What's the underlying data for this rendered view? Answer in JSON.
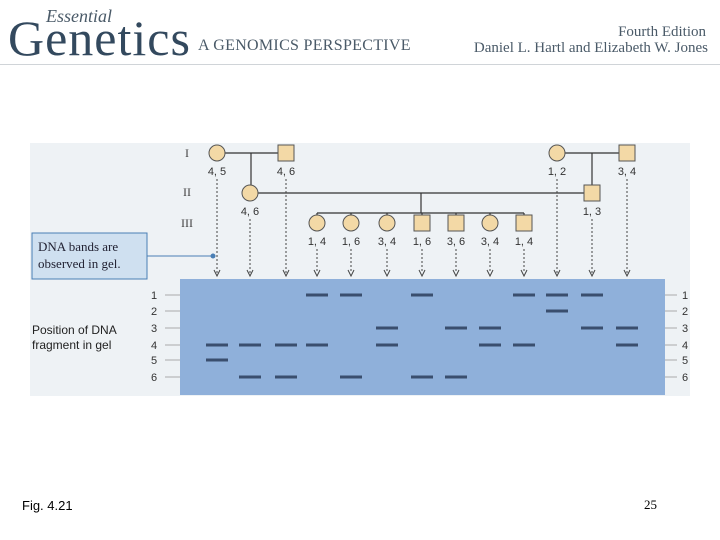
{
  "header": {
    "brand_small": "Essential",
    "brand_large": "Genetics",
    "tagline": "A GENOMICS PERSPECTIVE",
    "edition": "Fourth Edition",
    "authors": "Daniel L. Hartl and Elizabeth W. Jones"
  },
  "figure": {
    "generations": [
      "I",
      "II",
      "III"
    ],
    "callout": [
      "DNA bands are",
      "observed in gel."
    ],
    "gel_axis_label": [
      "Position of DNA",
      "fragment in gel"
    ],
    "positions": [
      "1",
      "2",
      "3",
      "4",
      "5",
      "6"
    ],
    "individuals": [
      {
        "id": "I-1",
        "sex": "female",
        "genotype": "4, 5",
        "bands": [
          4,
          5
        ]
      },
      {
        "id": "I-2",
        "sex": "male",
        "genotype": "4, 6",
        "bands": [
          4,
          6
        ]
      },
      {
        "id": "I-3",
        "sex": "female",
        "genotype": "1, 2",
        "bands": [
          1,
          2
        ]
      },
      {
        "id": "I-4",
        "sex": "male",
        "genotype": "3, 4",
        "bands": [
          3,
          4
        ]
      },
      {
        "id": "II-1",
        "sex": "female",
        "genotype": "4, 6",
        "bands": [
          4,
          6
        ]
      },
      {
        "id": "II-2",
        "sex": "male",
        "genotype": "1, 3",
        "bands": [
          1,
          3
        ]
      },
      {
        "id": "III-1",
        "sex": "female",
        "genotype": "1, 4",
        "bands": [
          1,
          4
        ]
      },
      {
        "id": "III-2",
        "sex": "female",
        "genotype": "1, 6",
        "bands": [
          1,
          6
        ]
      },
      {
        "id": "III-3",
        "sex": "female",
        "genotype": "3, 4",
        "bands": [
          3,
          4
        ]
      },
      {
        "id": "III-4",
        "sex": "male",
        "genotype": "1, 6",
        "bands": [
          1,
          6
        ]
      },
      {
        "id": "III-5",
        "sex": "male",
        "genotype": "3, 6",
        "bands": [
          3,
          6
        ]
      },
      {
        "id": "III-6",
        "sex": "female",
        "genotype": "3, 4",
        "bands": [
          3,
          4
        ]
      },
      {
        "id": "III-7",
        "sex": "male",
        "genotype": "1, 4",
        "bands": [
          1,
          4
        ]
      }
    ],
    "colors": {
      "symbol_fill": "#f3d9a6",
      "symbol_stroke": "#555555",
      "gel": "#8fb0da",
      "band": "#3a4e6e",
      "callout_fill": "#cfe0f0",
      "callout_border": "#4a7fb5",
      "arrow": "#444444"
    }
  },
  "footer": {
    "figure_label": "Fig. 4.21",
    "page_number": "25"
  }
}
